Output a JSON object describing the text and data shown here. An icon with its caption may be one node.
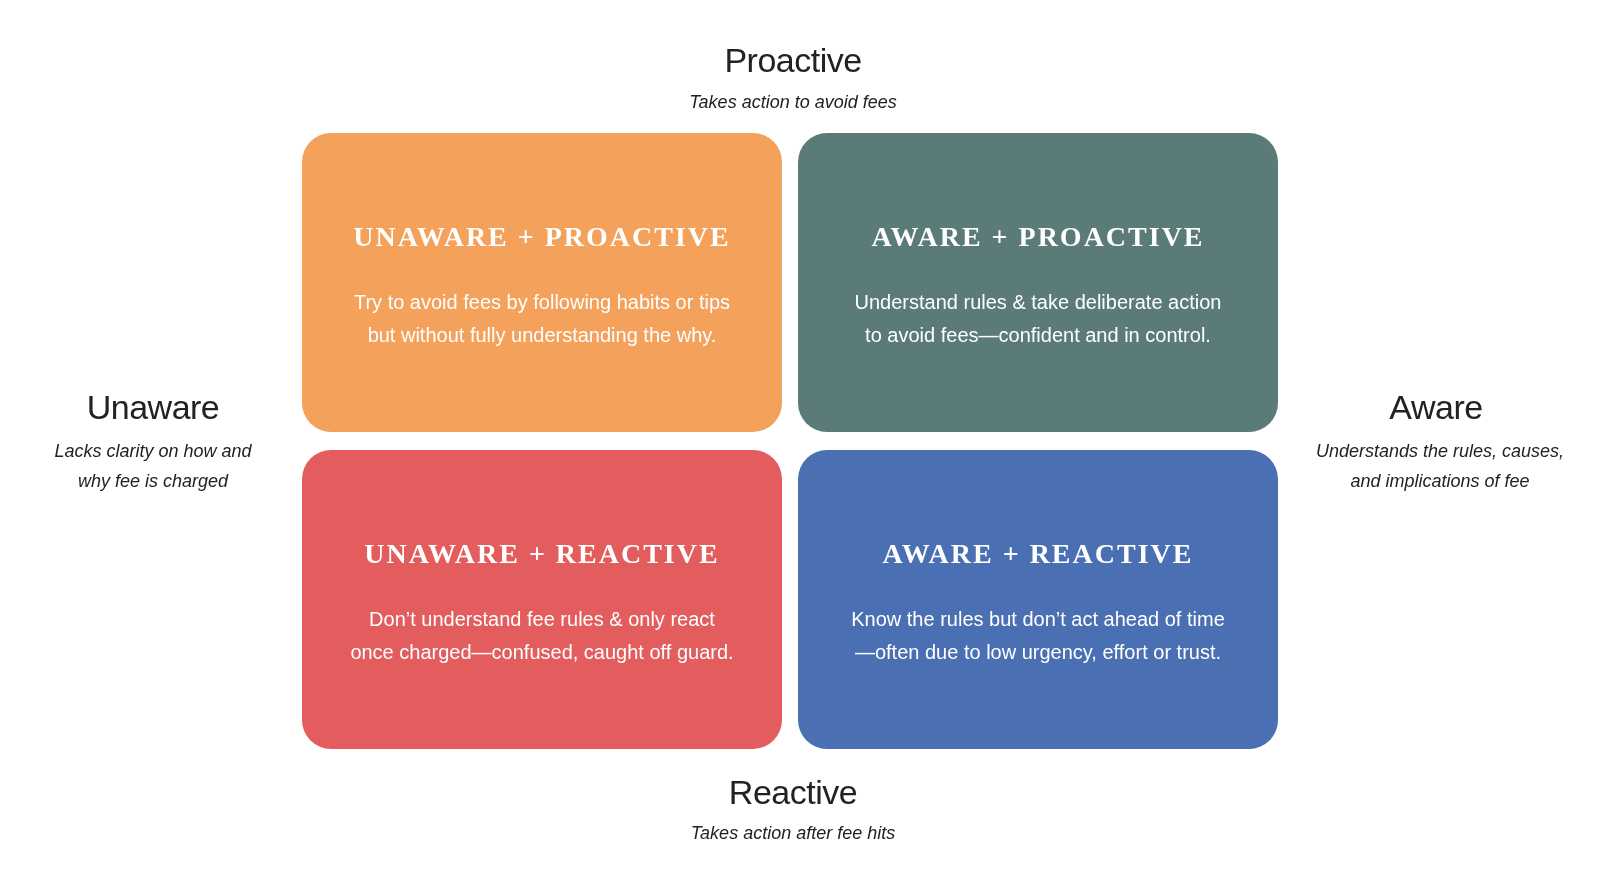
{
  "diagram": {
    "nodes": [
      {
        "text": [
          "UNAWARE + PROACTIVE",
          "Try to avoid fees by following habits or tips but without fully understanding the why."
        ]
      },
      {
        "text": [
          "AWARE + PROACTIVE",
          "Understand rules & take deliberate action to avoid fees—confident and in control."
        ]
      },
      {
        "text": [
          "UNAWARE + REACTIVE",
          "Don’t understand fee rules & only react once charged—confused, caught off guard."
        ]
      },
      {
        "text": [
          "AWARE + REACTIVE",
          "Know the rules but don’t act ahead of time —often due to low urgency, effort or trust."
        ]
      }
    ],
    "labels": [
      "Proactive",
      "Takes action to avoid fees",
      "Unaware",
      "Lacks clarity on how and why fee is charged",
      "Aware",
      "Understands the rules, causes, and implications of fee",
      "Reactive",
      "Takes action after fee hits"
    ]
  }
}
